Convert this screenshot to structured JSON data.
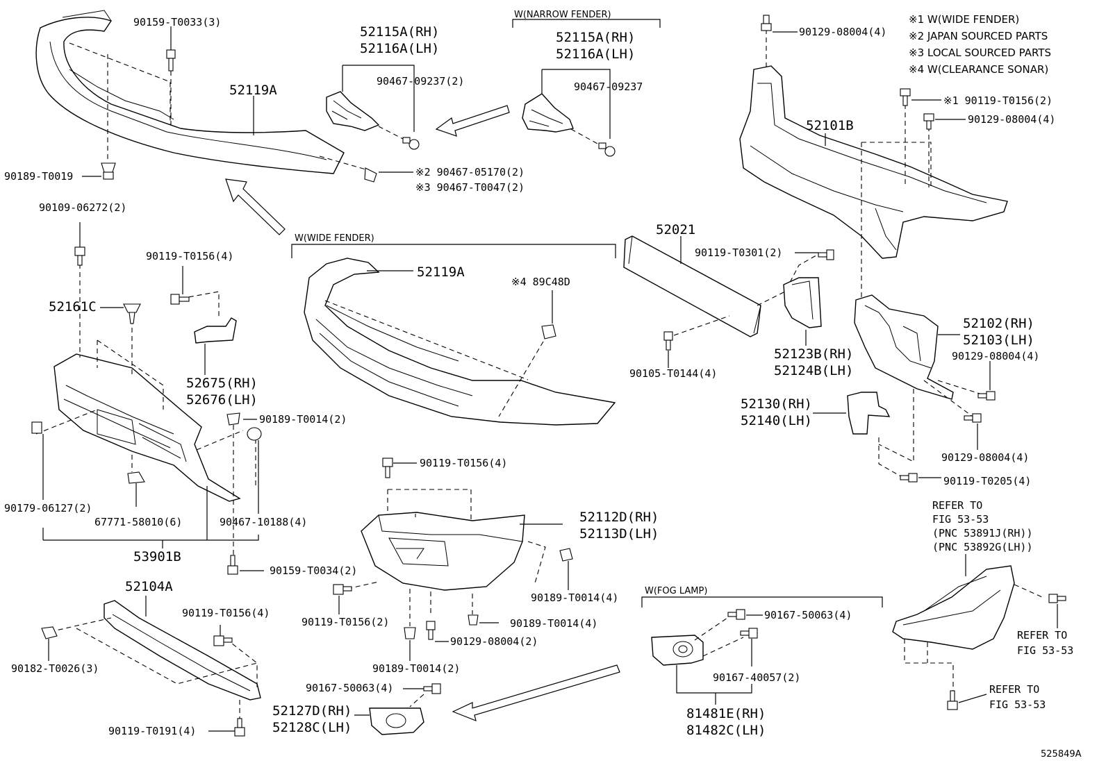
{
  "labels": {
    "l_90159_T0033": "90159-T0033(3)",
    "l_52119A_top": "52119A",
    "l_90189_T0019": "90189-T0019",
    "l_52115A_rh_1": "52115A(RH)",
    "l_52116A_lh_1": "52116A(LH)",
    "l_90467_09237_2": "90467-09237(2)",
    "l_52115A_rh_2": "52115A(RH)",
    "l_52116A_lh_2": "52116A(LH)",
    "l_90467_09237": "90467-09237",
    "l_90467_05170": "※2 90467-05170(2)",
    "l_90467_T0047": "※3 90467-T0047(2)",
    "l_90129_08004_top": "90129-08004(4)",
    "l_90119_T0156_note1": "※1 90119-T0156(2)",
    "l_90129_08004_b": "90129-08004(4)",
    "l_52101B": "52101B",
    "l_90109_06272": "90109-06272(2)",
    "l_90119_T0156_c": "90119-T0156(4)",
    "l_52161C": "52161C",
    "l_52675": "52675(RH)",
    "l_52676": "52676(LH)",
    "l_90189_T0014_a": "90189-T0014(2)",
    "l_90179_06127": "90179-06127(2)",
    "l_67771_58010": "67771-58010(6)",
    "l_90467_10188": "90467-10188(4)",
    "l_53901B": "53901B",
    "l_52119A_mid": "52119A",
    "l_89C48D": "※4 89C48D",
    "l_52021": "52021",
    "l_90119_T0301": "90119-T0301(2)",
    "l_90105_T0144": "90105-T0144(4)",
    "l_52123B": "52123B(RH)",
    "l_52124B": "52124B(LH)",
    "l_52102": "52102(RH)",
    "l_52103": "52103(LH)",
    "l_90129_08004_c": "90129-08004(4)",
    "l_52130": "52130(RH)",
    "l_52140": "52140(LH)",
    "l_90129_08004_d": "90129-08004(4)",
    "l_90119_T0205": "90119-T0205(4)",
    "l_90119_T0156_d": "90119-T0156(4)",
    "l_52112D": "52112D(RH)",
    "l_52113D": "52113D(LH)",
    "l_90159_T0034": "90159-T0034(2)",
    "l_90189_T0014_b": "90189-T0014(4)",
    "l_90119_T0156_e": "90119-T0156(2)",
    "l_90189_T0014_c": "90189-T0014(4)",
    "l_90129_08004_e": "90129-08004(2)",
    "l_90189_T0014_d": "90189-T0014(2)",
    "l_52104A": "52104A",
    "l_90119_T0156_f": "90119-T0156(4)",
    "l_90182_T0026": "90182-T0026(3)",
    "l_90119_T0191": "90119-T0191(4)",
    "l_90167_50063_a": "90167-50063(4)",
    "l_52127D": "52127D(RH)",
    "l_52128C": "52128C(LH)",
    "l_90167_50063_b": "90167-50063(4)",
    "l_90167_40057": "90167-40057(2)",
    "l_81481E": "81481E(RH)",
    "l_81482C": "81482C(LH)",
    "l_refer_1": "REFER TO",
    "l_refer_1b": "FIG 53-53",
    "l_refer_1c": "(PNC 53891J(RH))",
    "l_refer_1d": "(PNC 53892G(LH))",
    "l_refer_2": "REFER TO",
    "l_refer_2b": "FIG 53-53",
    "l_refer_3": "REFER TO",
    "l_refer_3b": "FIG 53-53"
  },
  "sections": {
    "narrow_fender": "W(NARROW FENDER)",
    "wide_fender": "W(WIDE FENDER)",
    "fog_lamp": "W(FOG LAMP)"
  },
  "notes": {
    "n1": "※1 W(WIDE FENDER)",
    "n2": "※2 JAPAN SOURCED PARTS",
    "n3": "※3 LOCAL SOURCED PARTS",
    "n4": "※4 W(CLEARANCE SONAR)"
  },
  "diagram_id": "525849A"
}
